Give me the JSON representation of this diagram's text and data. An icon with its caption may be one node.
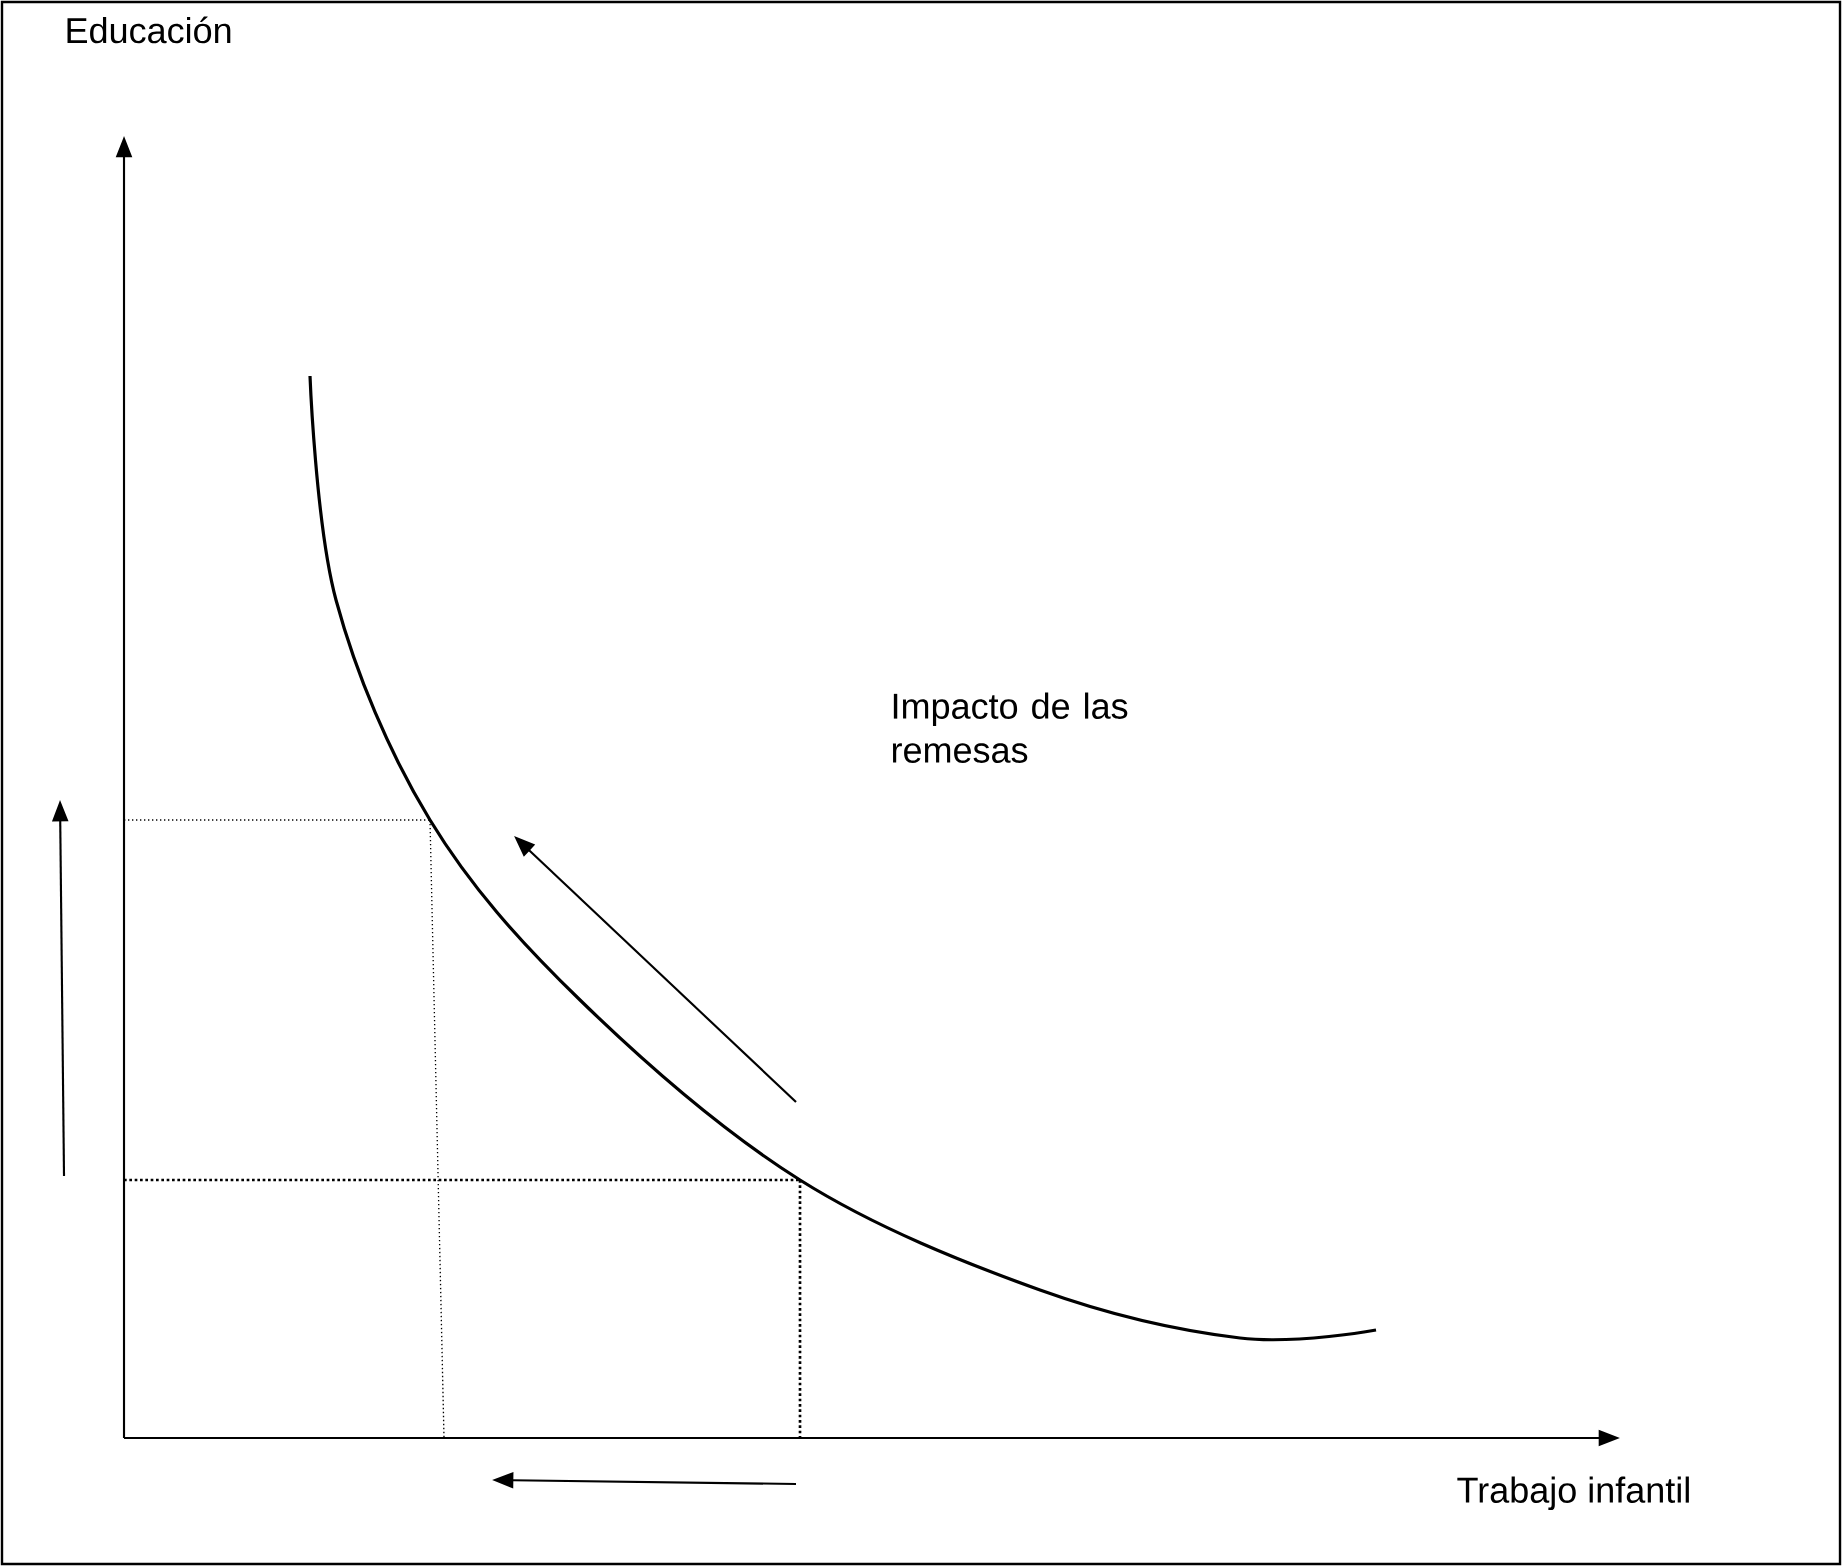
{
  "diagram": {
    "labels": [
      "Educación",
      "Impacto de las remesas",
      "Trabajo infantil"
    ]
  }
}
